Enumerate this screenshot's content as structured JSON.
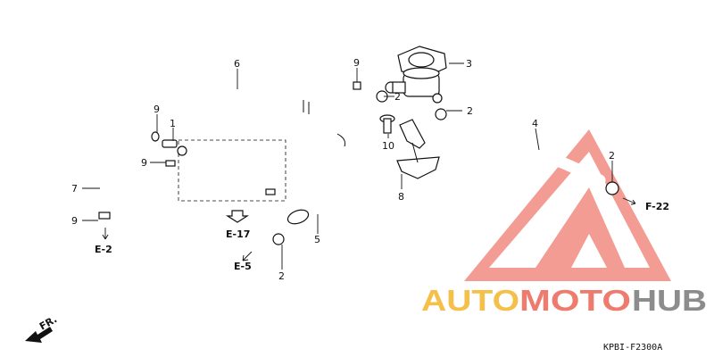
{
  "diagram": {
    "part_labels": {
      "p1": "1",
      "p2a": "2",
      "p2b": "2",
      "p2c": "2",
      "p2d": "2",
      "p3": "3",
      "p4": "4",
      "p5": "5",
      "p6": "6",
      "p7": "7",
      "p8": "8",
      "p9a": "9",
      "p9b": "9",
      "p9c": "9",
      "p9d": "9",
      "p10": "10"
    },
    "references": {
      "e17": "E-17",
      "e5": "E-5",
      "e2": "E-2",
      "f22": "F-22"
    },
    "front_marker": "FR.",
    "drawing_code": "KPBI-F2300A"
  },
  "watermark": {
    "word1": "AUTO",
    "word2": "MOTO",
    "word3": "HUB",
    "colors": {
      "triangle": "#f28b82",
      "auto": "#f5c04a",
      "moto": "#ef7a6e",
      "hub": "#8c8c8c"
    }
  }
}
